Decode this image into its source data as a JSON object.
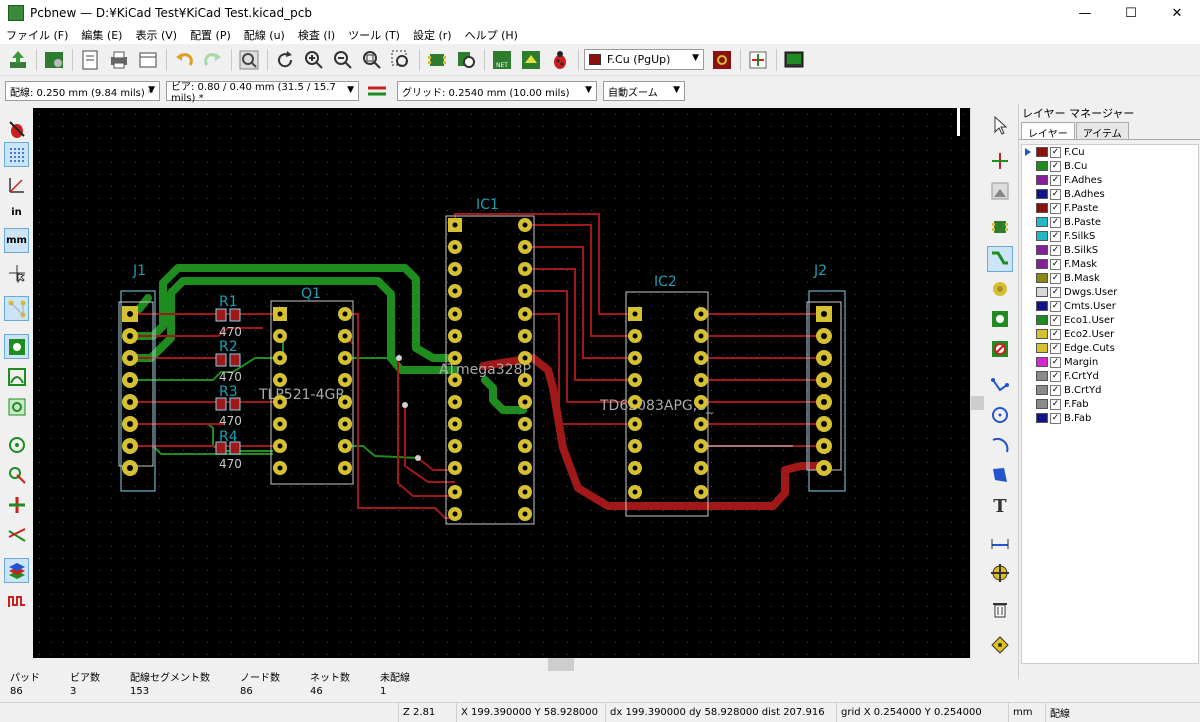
{
  "window": {
    "title": "Pcbnew — D:¥KiCad Test¥KiCad Test.kicad_pcb",
    "minimize": "—",
    "maximize": "☐",
    "close": "✕"
  },
  "menu": [
    "ファイル (F)",
    "編集 (E)",
    "表示 (V)",
    "配置 (P)",
    "配線 (u)",
    "検査 (I)",
    "ツール (T)",
    "設定 (r)",
    "ヘルプ (H)"
  ],
  "toolbar": {
    "net_label": "NET",
    "active_layer": "F.Cu (PgUp)",
    "active_layer_color": "#8b1010"
  },
  "toolbar2": {
    "track_width": "配線: 0.250 mm (9.84 mils) *",
    "via_size": "ビア: 0.80 / 0.40 mm (31.5 / 15.7 mils) *",
    "grid": "グリッド: 0.2540 mm (10.00 mils)",
    "zoom": "自動ズーム"
  },
  "left_toolbar": {
    "inch_label": "in",
    "mm_label": "mm"
  },
  "pcb": {
    "ref_j1": "J1",
    "ref_r1": "R1",
    "ref_r2": "R2",
    "ref_r3": "R3",
    "ref_r4": "R4",
    "val_r1": "470",
    "val_r2": "470",
    "val_r3": "470",
    "val_r4": "470",
    "ref_q1": "Q1",
    "val_q1": "TLP521-4GR",
    "ref_ic1": "IC1",
    "val_ic1": "ATmega328P",
    "ref_ic2": "IC2",
    "val_ic2": "TD62083APG,S_",
    "ref_j2": "J2",
    "colors": {
      "front_copper": "#a01818",
      "back_copper": "#1e8c1e",
      "silkscreen": "#c8c8c8",
      "fab": "#7fd4ea",
      "reference": "#1aa0b0",
      "pad": "#d4c030"
    }
  },
  "layer_manager": {
    "title": "レイヤー マネージャー",
    "tabs": [
      "レイヤー",
      "アイテム"
    ],
    "layers": [
      {
        "name": "F.Cu",
        "color": "#8b1010",
        "active": true
      },
      {
        "name": "B.Cu",
        "color": "#1e8c1e"
      },
      {
        "name": "F.Adhes",
        "color": "#84209a"
      },
      {
        "name": "B.Adhes",
        "color": "#12128a"
      },
      {
        "name": "F.Paste",
        "color": "#8b1010"
      },
      {
        "name": "B.Paste",
        "color": "#22b8c8"
      },
      {
        "name": "F.SilkS",
        "color": "#22b8c8"
      },
      {
        "name": "B.SilkS",
        "color": "#84209a"
      },
      {
        "name": "F.Mask",
        "color": "#84209a"
      },
      {
        "name": "B.Mask",
        "color": "#8a8a10"
      },
      {
        "name": "Dwgs.User",
        "color": "#d8d8d8"
      },
      {
        "name": "Cmts.User",
        "color": "#12128a"
      },
      {
        "name": "Eco1.User",
        "color": "#1e8c1e"
      },
      {
        "name": "Eco2.User",
        "color": "#d4c030"
      },
      {
        "name": "Edge.Cuts",
        "color": "#d4c030"
      },
      {
        "name": "Margin",
        "color": "#d22ad2"
      },
      {
        "name": "F.CrtYd",
        "color": "#8a8a8a"
      },
      {
        "name": "B.CrtYd",
        "color": "#8a8a8a"
      },
      {
        "name": "F.Fab",
        "color": "#8a8a8a"
      },
      {
        "name": "B.Fab",
        "color": "#12128a"
      }
    ]
  },
  "message_panel": [
    {
      "label": "パッド",
      "value": "86"
    },
    {
      "label": "ビア数",
      "value": "3"
    },
    {
      "label": "配線セグメント数",
      "value": "153"
    },
    {
      "label": "ノード数",
      "value": "86"
    },
    {
      "label": "ネット数",
      "value": "46"
    },
    {
      "label": "未配線",
      "value": "1"
    }
  ],
  "status": {
    "zoom": "Z 2.81",
    "cursor": "X 199.390000  Y 58.928000",
    "delta": "dx 199.390000  dy 58.928000  dist 207.916",
    "grid": "grid X 0.254000  Y 0.254000",
    "units": "mm",
    "mode": "配線"
  }
}
